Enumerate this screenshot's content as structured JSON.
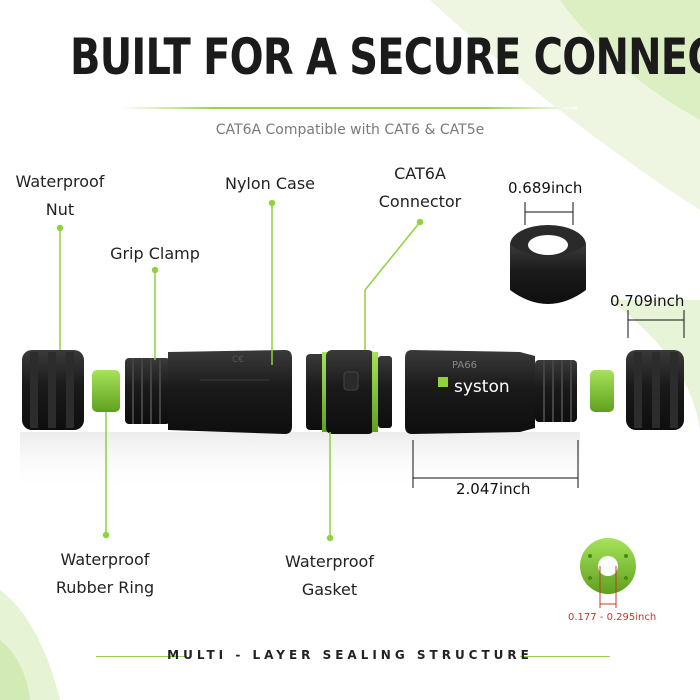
{
  "title": "BUILT FOR A SECURE CONNECTION",
  "subtitle": "CAT6A Compatible with CAT6 & CAT5e",
  "labels": {
    "waterproof_nut_line1": "Waterproof",
    "waterproof_nut_line2": "Nut",
    "grip_clamp": "Grip Clamp",
    "nylon_case": "Nylon Case",
    "connector_line1": "CAT6A",
    "connector_line2": "Connector",
    "rubber_ring_line1": "Waterproof",
    "rubber_ring_line2": "Rubber Ring",
    "gasket_line1": "Waterproof",
    "gasket_line2": "Gasket"
  },
  "dimensions": {
    "nut_inner": "0.689inch",
    "nut_outer": "0.709inch",
    "body_length": "2.047inch",
    "ring_range": "0.177 - 0.295inch"
  },
  "product_marks": {
    "brand": "syston",
    "material": "PA66",
    "ce": "C€"
  },
  "footer": "MULTI - LAYER SEALING STRUCTURE",
  "colors": {
    "accent_green": "#8fd13f",
    "dark_text": "#1b1b1b",
    "part_black": "#1c1c1c",
    "dim_red": "#c0392b"
  }
}
